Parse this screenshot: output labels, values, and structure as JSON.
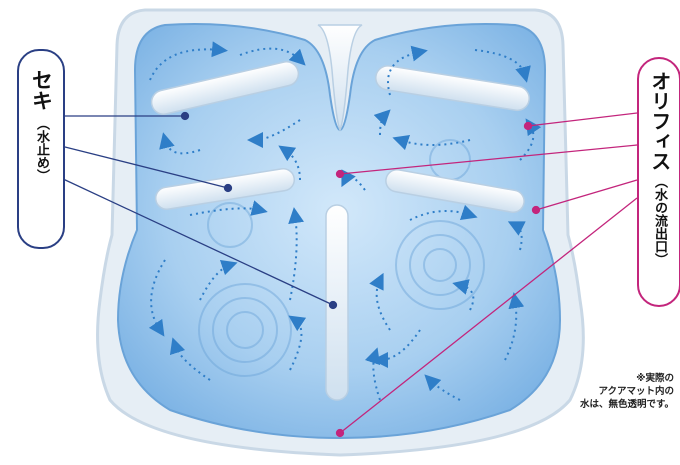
{
  "labels": {
    "weir": {
      "main": "セキ",
      "sub": "（水止め）",
      "line_color": "#2a3f84"
    },
    "orifice": {
      "main": "オリフィス",
      "sub": "（水の流出口）",
      "line_color": "#c3257c"
    }
  },
  "note": {
    "line1": "※実際の",
    "line2": "アクアマット内の",
    "line3": "水は、無色透明です。"
  },
  "colors": {
    "mat_border": "#d6e3ee",
    "water_fill": "#8fbee8",
    "flow_arrows": "#2f7ec8",
    "wall": "#eef3f8"
  }
}
